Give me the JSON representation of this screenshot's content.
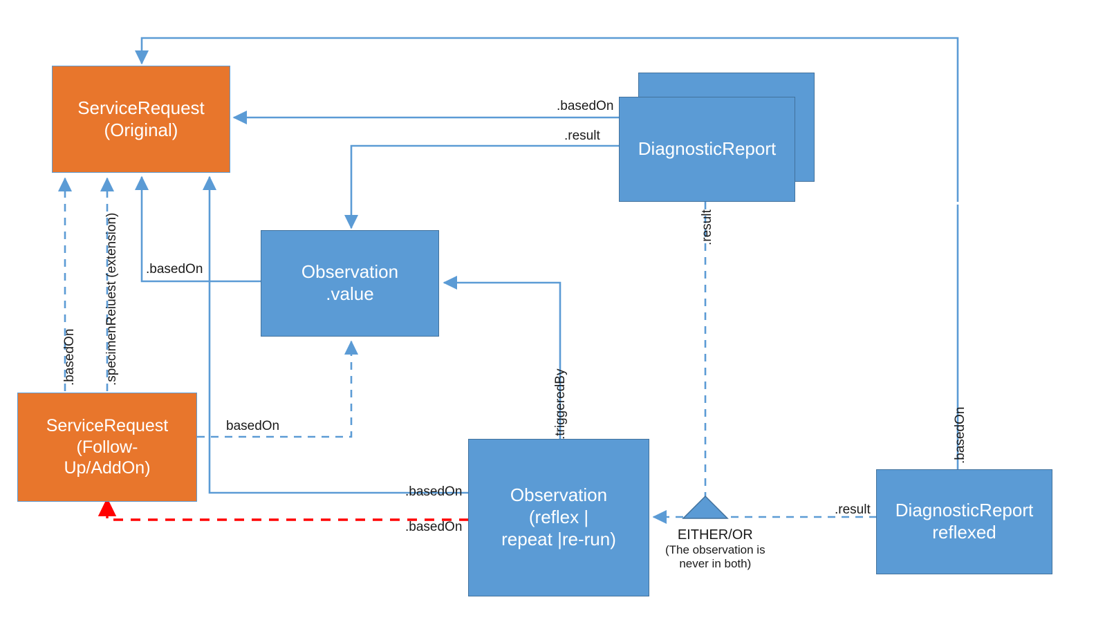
{
  "diagram": {
    "title": "FHIR ServiceRequest / Observation / DiagnosticReport relationships",
    "colors": {
      "orange_fill": "#E8762C",
      "blue_fill": "#5B9BD5",
      "blue_line": "#5B9BD5",
      "blue_border": "#41719C",
      "red_line": "#FF0000",
      "text_dark": "#1a1a1a",
      "text_light": "#ffffff"
    },
    "nodes": [
      {
        "id": "service-request-original",
        "line1": "ServiceRequest",
        "line2": "(Original)",
        "kind": "orange"
      },
      {
        "id": "service-request-followup",
        "line1": "ServiceRequest",
        "line2": "(Follow-",
        "line3": "Up/AddOn)",
        "kind": "orange"
      },
      {
        "id": "observation-value",
        "line1": "Observation",
        "line2": ".value",
        "kind": "blue"
      },
      {
        "id": "observation-reflex",
        "line1": "Observation",
        "line2": "(reflex |",
        "line3": "repeat |re-run)",
        "kind": "blue"
      },
      {
        "id": "diagnostic-report",
        "line1": "DiagnosticReport",
        "kind": "blue",
        "stacked": true
      },
      {
        "id": "diagnostic-report-reflexed",
        "line1": "DiagnosticReport",
        "line2": "reflexed",
        "kind": "blue"
      }
    ],
    "edge_labels": {
      "dr_basedon": ".basedOn",
      "dr_result": ".result",
      "obs_value_basedon": ".basedOn",
      "followup_basedon": "basedOn",
      "sr_basedon_vert": ".basedOn",
      "specimen_request_vert": ".specimenReiuest (extension)",
      "result_vert": ".result",
      "triggered_by_vert": ".triggeredBy",
      "reflexed_basedon_vert": ".basedOn",
      "obs_reflex_basedon": ".basedOn",
      "obs_reflex_basedon_red": ".basedOn",
      "reflexed_result": ".result"
    },
    "annotation": {
      "headline": "EITHER/OR",
      "detail_line1": "(The observation is",
      "detail_line2": "never in both)"
    }
  }
}
